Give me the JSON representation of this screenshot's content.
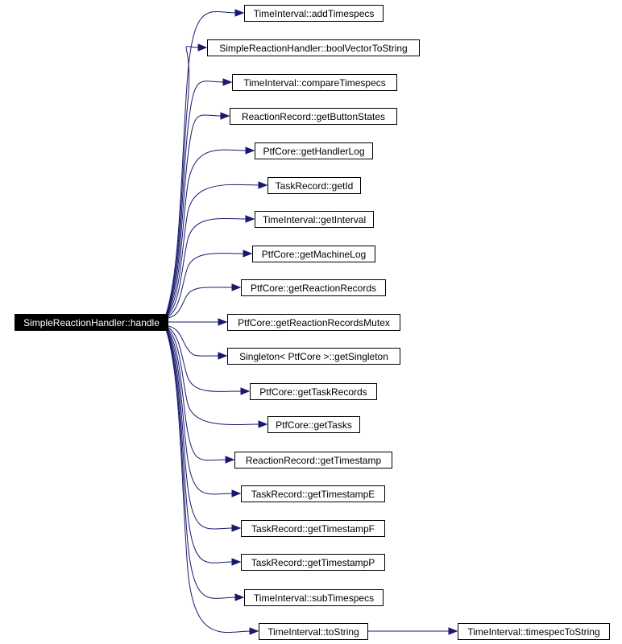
{
  "graph": {
    "root": "SimpleReactionHandler::handle",
    "nodes": [
      "TimeInterval::addTimespecs",
      "SimpleReactionHandler::boolVectorToString",
      "TimeInterval::compareTimespecs",
      "ReactionRecord::getButtonStates",
      "PtfCore::getHandlerLog",
      "TaskRecord::getId",
      "TimeInterval::getInterval",
      "PtfCore::getMachineLog",
      "PtfCore::getReactionRecords",
      "PtfCore::getReactionRecordsMutex",
      "Singleton< PtfCore >::getSingleton",
      "PtfCore::getTaskRecords",
      "PtfCore::getTasks",
      "ReactionRecord::getTimestamp",
      "TaskRecord::getTimestampE",
      "TaskRecord::getTimestampF",
      "TaskRecord::getTimestampP",
      "TimeInterval::subTimespecs",
      "TimeInterval::toString",
      "TimeInterval::timespecToString"
    ],
    "edges": [
      [
        "SimpleReactionHandler::handle",
        "TimeInterval::addTimespecs"
      ],
      [
        "SimpleReactionHandler::handle",
        "SimpleReactionHandler::boolVectorToString"
      ],
      [
        "SimpleReactionHandler::handle",
        "TimeInterval::compareTimespecs"
      ],
      [
        "SimpleReactionHandler::handle",
        "ReactionRecord::getButtonStates"
      ],
      [
        "SimpleReactionHandler::handle",
        "PtfCore::getHandlerLog"
      ],
      [
        "SimpleReactionHandler::handle",
        "TaskRecord::getId"
      ],
      [
        "SimpleReactionHandler::handle",
        "TimeInterval::getInterval"
      ],
      [
        "SimpleReactionHandler::handle",
        "PtfCore::getMachineLog"
      ],
      [
        "SimpleReactionHandler::handle",
        "PtfCore::getReactionRecords"
      ],
      [
        "SimpleReactionHandler::handle",
        "PtfCore::getReactionRecordsMutex"
      ],
      [
        "SimpleReactionHandler::handle",
        "Singleton< PtfCore >::getSingleton"
      ],
      [
        "SimpleReactionHandler::handle",
        "PtfCore::getTaskRecords"
      ],
      [
        "SimpleReactionHandler::handle",
        "PtfCore::getTasks"
      ],
      [
        "SimpleReactionHandler::handle",
        "ReactionRecord::getTimestamp"
      ],
      [
        "SimpleReactionHandler::handle",
        "TaskRecord::getTimestampE"
      ],
      [
        "SimpleReactionHandler::handle",
        "TaskRecord::getTimestampF"
      ],
      [
        "SimpleReactionHandler::handle",
        "TaskRecord::getTimestampP"
      ],
      [
        "SimpleReactionHandler::handle",
        "TimeInterval::subTimespecs"
      ],
      [
        "SimpleReactionHandler::handle",
        "TimeInterval::toString"
      ],
      [
        "TimeInterval::toString",
        "TimeInterval::timespecToString"
      ]
    ],
    "colors": {
      "edge": "#191970",
      "node_border": "#000000",
      "root_fill": "#000000",
      "root_text": "#ffffff",
      "node_fill": "#ffffff"
    }
  }
}
